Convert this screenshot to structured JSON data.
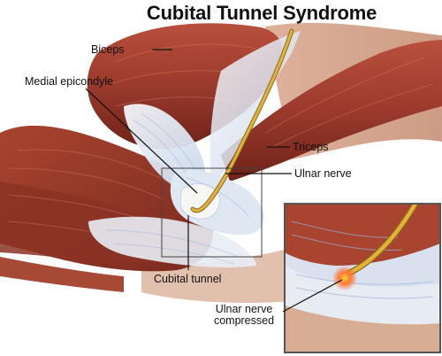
{
  "title": "Cubital Tunnel Syndrome",
  "labels": {
    "biceps": "Biceps",
    "medial_epicondyle": "Medial epicondyle",
    "triceps": "Triceps",
    "ulnar_nerve": "Ulnar nerve",
    "cubital_tunnel": "Cubital tunnel",
    "ulnar_nerve_compressed_line1": "Ulnar nerve",
    "ulnar_nerve_compressed_line2": "compressed"
  },
  "colors": {
    "muscle": "#9a3a2c",
    "muscle_light": "#c2634f",
    "tendon": "#e6ebf3",
    "tendon_blue": "#a9bfe0",
    "nerve": "#e2b338",
    "compression": "#ff7a2e",
    "leader": "#111111",
    "inset_border": "#555555"
  }
}
